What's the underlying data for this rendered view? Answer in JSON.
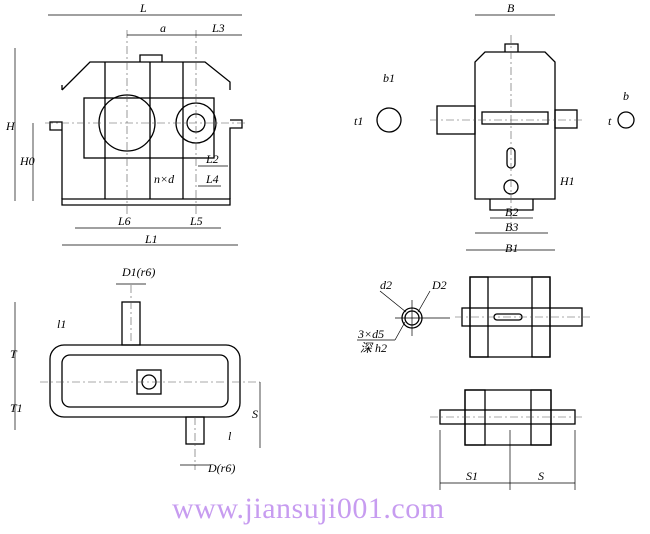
{
  "front_view": {
    "labels": {
      "L": "L",
      "a": "a",
      "L3": "L3",
      "H": "H",
      "H0": "H0",
      "L2": "L2",
      "nxd": "n×d",
      "L4": "L4",
      "L6": "L6",
      "L5": "L5",
      "L1": "L1"
    }
  },
  "side_view": {
    "labels": {
      "B": "B",
      "b1": "b1",
      "t1": "t1",
      "b": "b",
      "t": "t",
      "H1": "H1",
      "B2": "B2",
      "B3": "B3",
      "B1": "B1"
    }
  },
  "top_view": {
    "labels": {
      "D1r6": "D1(r6)",
      "l1": "l1",
      "T": "T",
      "T1": "T1",
      "S": "S",
      "l": "l",
      "Dr6": "D(r6)"
    }
  },
  "flange_detail": {
    "labels": {
      "d2": "d2",
      "D2": "D2",
      "holes": "3×d5",
      "depth": "深 h2"
    }
  },
  "bearing_view": {
    "labels": {
      "S1": "S1",
      "S": "S"
    }
  },
  "watermark": "www.jiansuji001.com"
}
